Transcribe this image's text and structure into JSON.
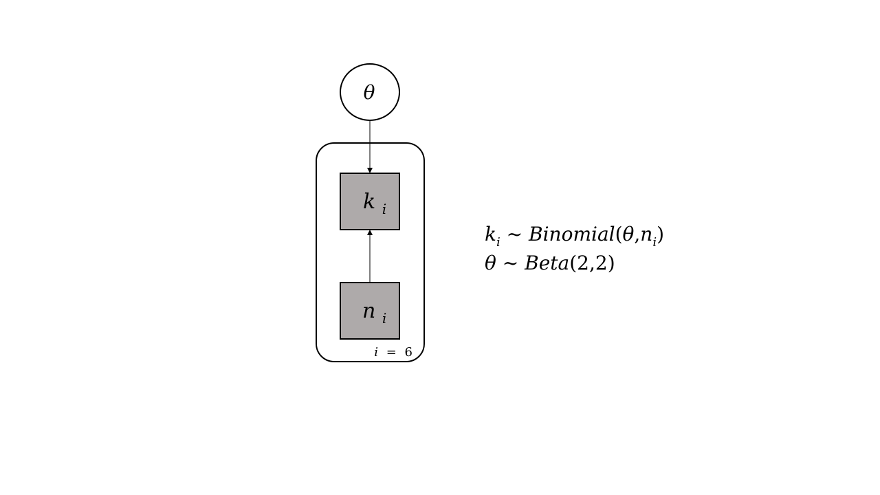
{
  "nodes": {
    "theta": {
      "symbol": "θ",
      "kind": "latent-circle"
    },
    "k": {
      "symbol": "k",
      "subscript": "i",
      "kind": "observed-square"
    },
    "n": {
      "symbol": "n",
      "subscript": "i",
      "kind": "observed-square"
    }
  },
  "plate": {
    "label_var": "i",
    "label_eq": "=",
    "label_value": "6"
  },
  "edges": [
    {
      "from": "theta",
      "to": "k"
    },
    {
      "from": "n",
      "to": "k"
    }
  ],
  "equations": {
    "line1": {
      "lhs": "k",
      "lhs_sub": "i",
      "rel": "~",
      "func": "Binomial",
      "open": "(",
      "arg1": "θ",
      "comma": ",",
      "arg2": "n",
      "arg2_sub": "i",
      "close": ")"
    },
    "line2": {
      "lhs": "θ",
      "rel": "~",
      "func": "Beta",
      "open": "(",
      "args": "2,2",
      "close": ")"
    }
  },
  "colors": {
    "observed_fill": "#aeaaaa",
    "stroke": "#000000",
    "background": "#ffffff"
  }
}
